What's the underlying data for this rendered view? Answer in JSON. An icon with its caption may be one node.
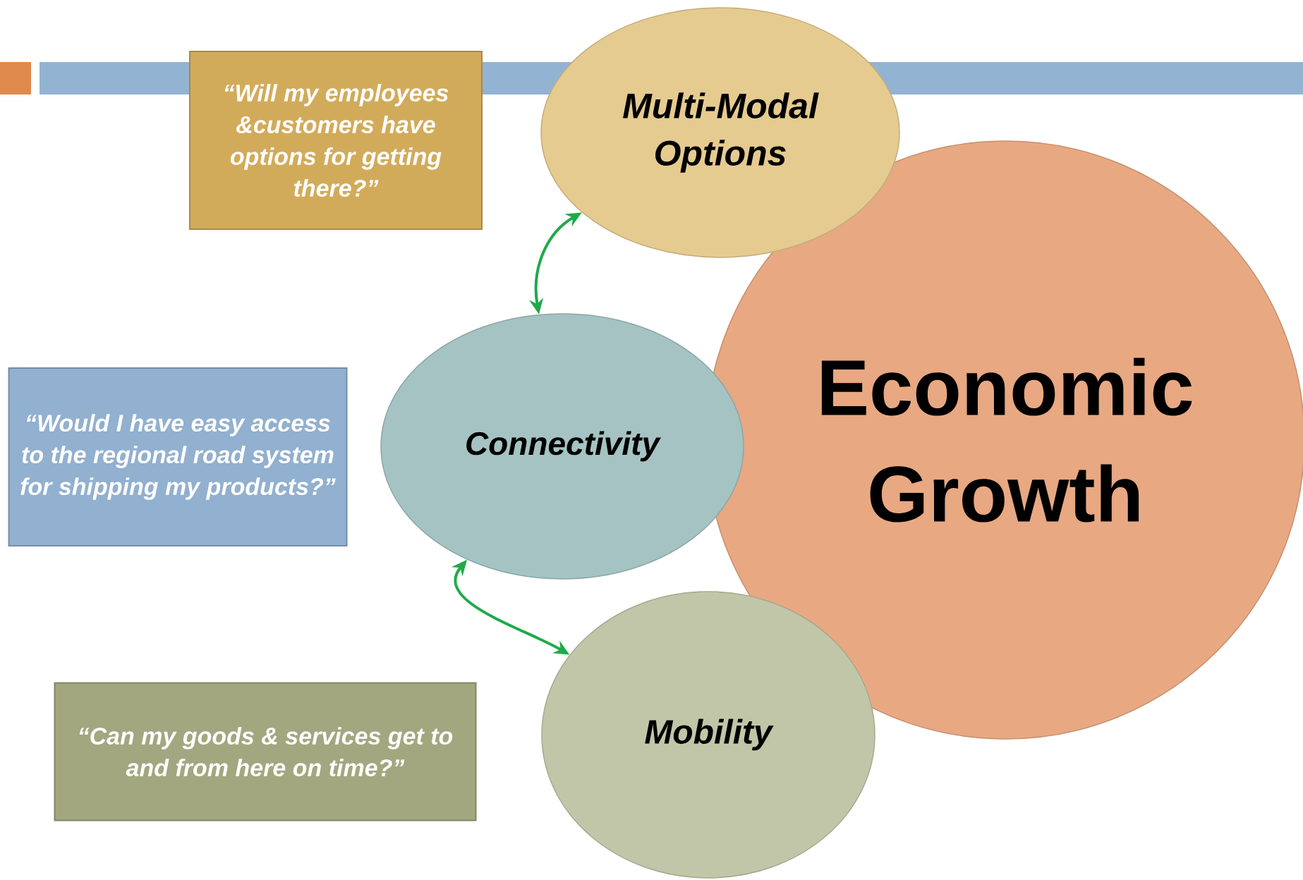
{
  "diagram": {
    "nodes": [
      {
        "text": [
          "“Will my employees &customers have options for getting there?”"
        ]
      },
      {
        "text": [
          "Multi-Modal Options"
        ]
      },
      {
        "text": [
          "Economic Growth"
        ]
      },
      {
        "text": [
          "“Would  I have easy access to the regional road system for shipping my products?”"
        ]
      },
      {
        "text": [
          "Connectivity"
        ]
      },
      {
        "text": [
          "“Can my goods & services get to and from here on time?”"
        ]
      },
      {
        "text": [
          "Mobility"
        ]
      }
    ],
    "edges": [
      {
        "from": 4,
        "to": 1,
        "arrow": "both"
      },
      {
        "from": 4,
        "to": 6,
        "arrow": "both"
      }
    ]
  }
}
